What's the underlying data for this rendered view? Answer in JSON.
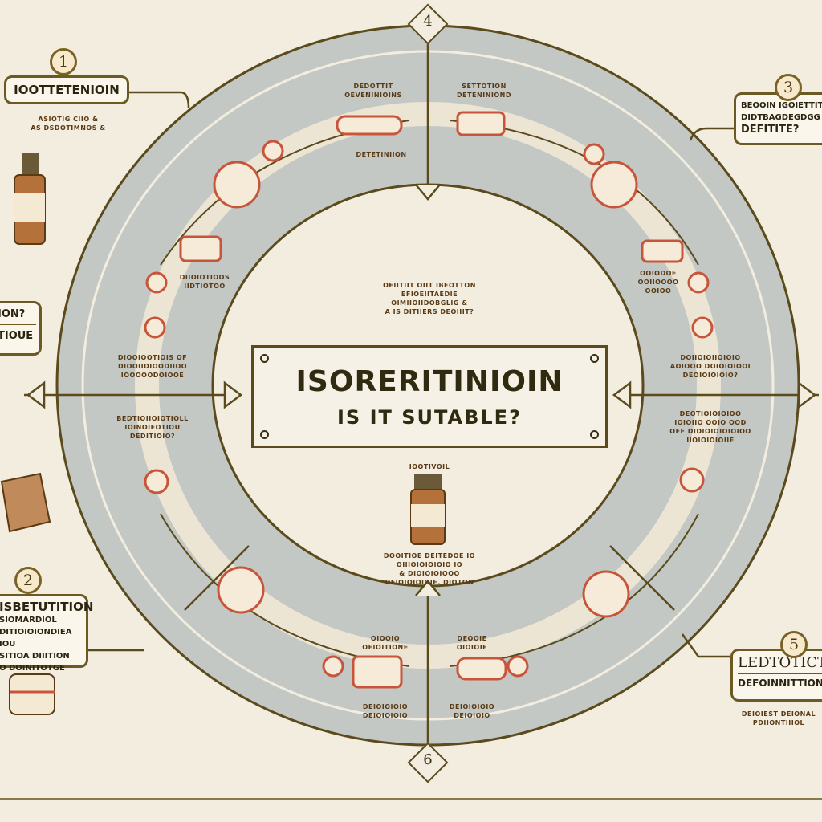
{
  "center": {
    "title": "ISORERITINIOIN",
    "subtitle": "IS IT SUTABLE?"
  },
  "steps": [
    {
      "number": "1",
      "label": "IOOTTETENIOIN",
      "caption": [
        "ASIOTIG CIIO &",
        "AS DSDOTIMNOS &"
      ]
    },
    {
      "number": "2",
      "label": "ISBETUTITION",
      "lines": [
        "SIOMARDIOL",
        "DITIOIOIONDIEA IOU",
        "SITIOA DIIITION",
        "O DOINITOTGE"
      ]
    },
    {
      "number": "3",
      "label": "BEOOIN IGOIETTIT",
      "lines": [
        "DIDTBAGDEGDGG",
        "DEFITITE?"
      ]
    },
    {
      "number": "4"
    },
    {
      "number": "5",
      "label": "LEDTOTICT",
      "lines": [
        "DEFOINNITTION"
      ],
      "caption": [
        "DEIOIEST DEIONAL",
        "PDIIONTIIIOL"
      ]
    },
    {
      "number": "6"
    }
  ],
  "left_partial": {
    "line1": "ION?",
    "line2": "TIOUE"
  },
  "ring_texts": {
    "top_left": [
      "DEDOTTIT",
      "OEVENINIOINS"
    ],
    "top_right": [
      "SETTOTION",
      "DETENINIOND"
    ],
    "top_mid": "DETETINIION",
    "inner_top": [
      "OEIITIIT OIIT IBEOTTON",
      "EFIOEIITAEDIE",
      "OIMIIOIIDOBGLIG &",
      "A IS DITIIERS DEOIIIT?"
    ],
    "left_upper": [
      "DIIOIOTIOOS",
      "IIDTIOTOO"
    ],
    "left_mid": [
      "DIOOIOOTIOIS OF",
      "DIOOIIDIOODIIOO",
      "IOOOOODOIOOE"
    ],
    "left_lower": [
      "BEDTIOIIOIOTIOLL",
      "IOINOIEOTIOU",
      "DEDITIOIO?"
    ],
    "right_upper": [
      "OOIODOE",
      "OOIIOOOO",
      "OOIOO"
    ],
    "right_mid": [
      "DOIIOIOIIOIOIO",
      "AOIOOO DOIOIOIOOI",
      "DEOIOIOIOIO?"
    ],
    "right_lower": [
      "DEOTIOIOIOIOO",
      "IOIOIIO OOIO OOD",
      "OFF DIDIOIOIOIOIOO",
      "IIOIOIOIOIIE"
    ],
    "bottle_label": "IOOTIVOIL",
    "inner_bottom": [
      "DOOITIOE DEITEDOE IO",
      "OIIIOIOIOIOIO IO",
      "& DIOIOIOIOOO",
      "DEIOIOIOIOIE. DIOTON"
    ],
    "bottom_left": [
      "OIOOIO",
      "OEIOITIONE"
    ],
    "bottom_right": [
      "DEOOIE",
      "OIOIOIE"
    ],
    "bottom_left_cap": [
      "DEIOIOIOIO",
      "DEIOIOIOIO"
    ],
    "bottom_right_cap": [
      "DEIOIOIOIO",
      "DEIOIOIO"
    ]
  },
  "colors": {
    "background": "#f3ede0",
    "ring": "#c3c8c4",
    "track": "#ece5d4",
    "outline": "#5a4a1c",
    "accent": "#c8553a"
  }
}
